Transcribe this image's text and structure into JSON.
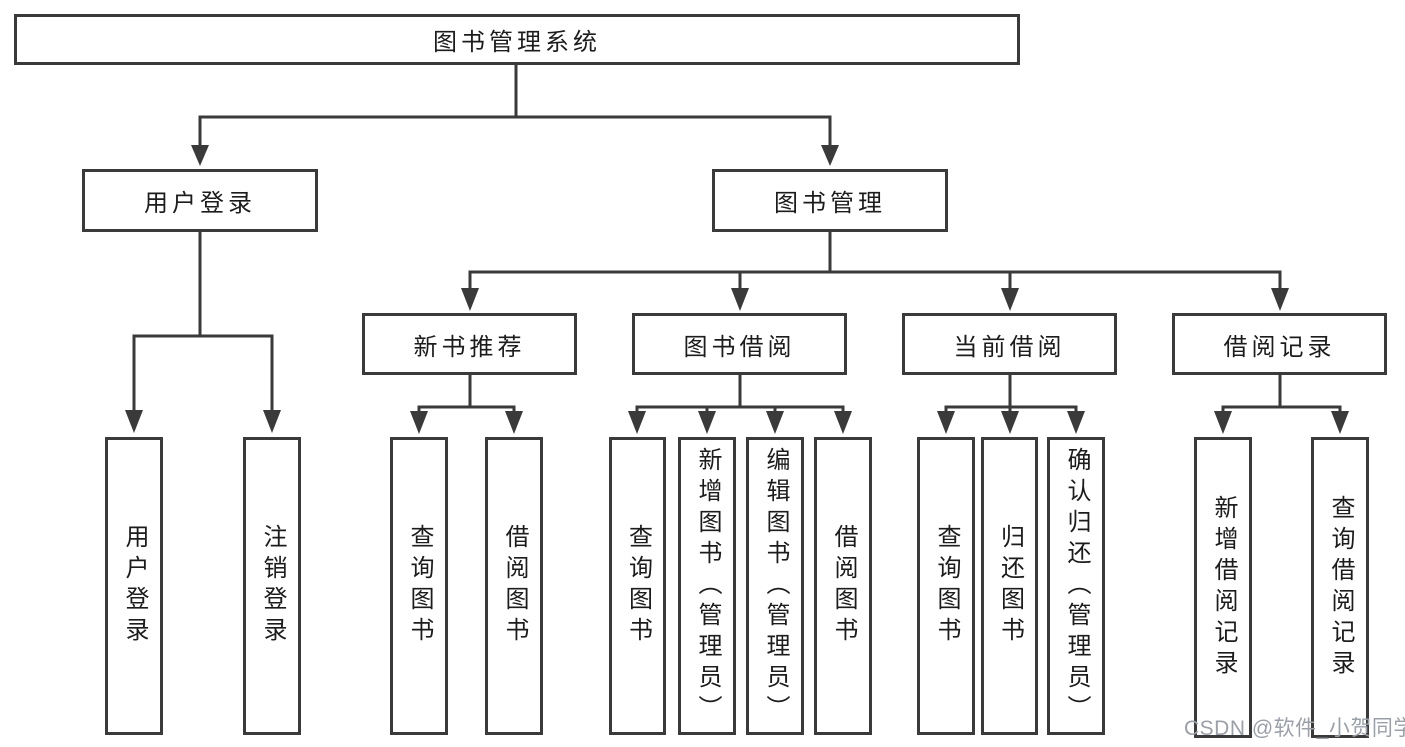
{
  "diagram": {
    "title_node": {
      "label": "图书管理系统"
    },
    "branches": [
      {
        "label": "用户登录",
        "children": [
          {
            "label": "用户登录"
          },
          {
            "label": "注销登录"
          }
        ]
      },
      {
        "label": "图书管理",
        "children": [
          {
            "label": "新书推荐",
            "children": [
              {
                "label": "查询图书"
              },
              {
                "label": "借阅图书"
              }
            ]
          },
          {
            "label": "图书借阅",
            "children": [
              {
                "label": "查询图书"
              },
              {
                "label": "新增图书（管理员）"
              },
              {
                "label": "编辑图书（管理员）"
              },
              {
                "label": "借阅图书"
              }
            ]
          },
          {
            "label": "当前借阅",
            "children": [
              {
                "label": "查询图书"
              },
              {
                "label": "归还图书"
              },
              {
                "label": "确认归还（管理员）"
              }
            ]
          },
          {
            "label": "借阅记录",
            "children": [
              {
                "label": "新增借阅记录"
              },
              {
                "label": "查询借阅记录"
              }
            ]
          }
        ]
      }
    ],
    "watermark": {
      "text": "CSDN @软件_小贺同学"
    },
    "colors": {
      "line": "#3a3a3a",
      "text": "#1c1c1c",
      "watermark": "#9ba0a8",
      "background": "#ffffff"
    }
  }
}
